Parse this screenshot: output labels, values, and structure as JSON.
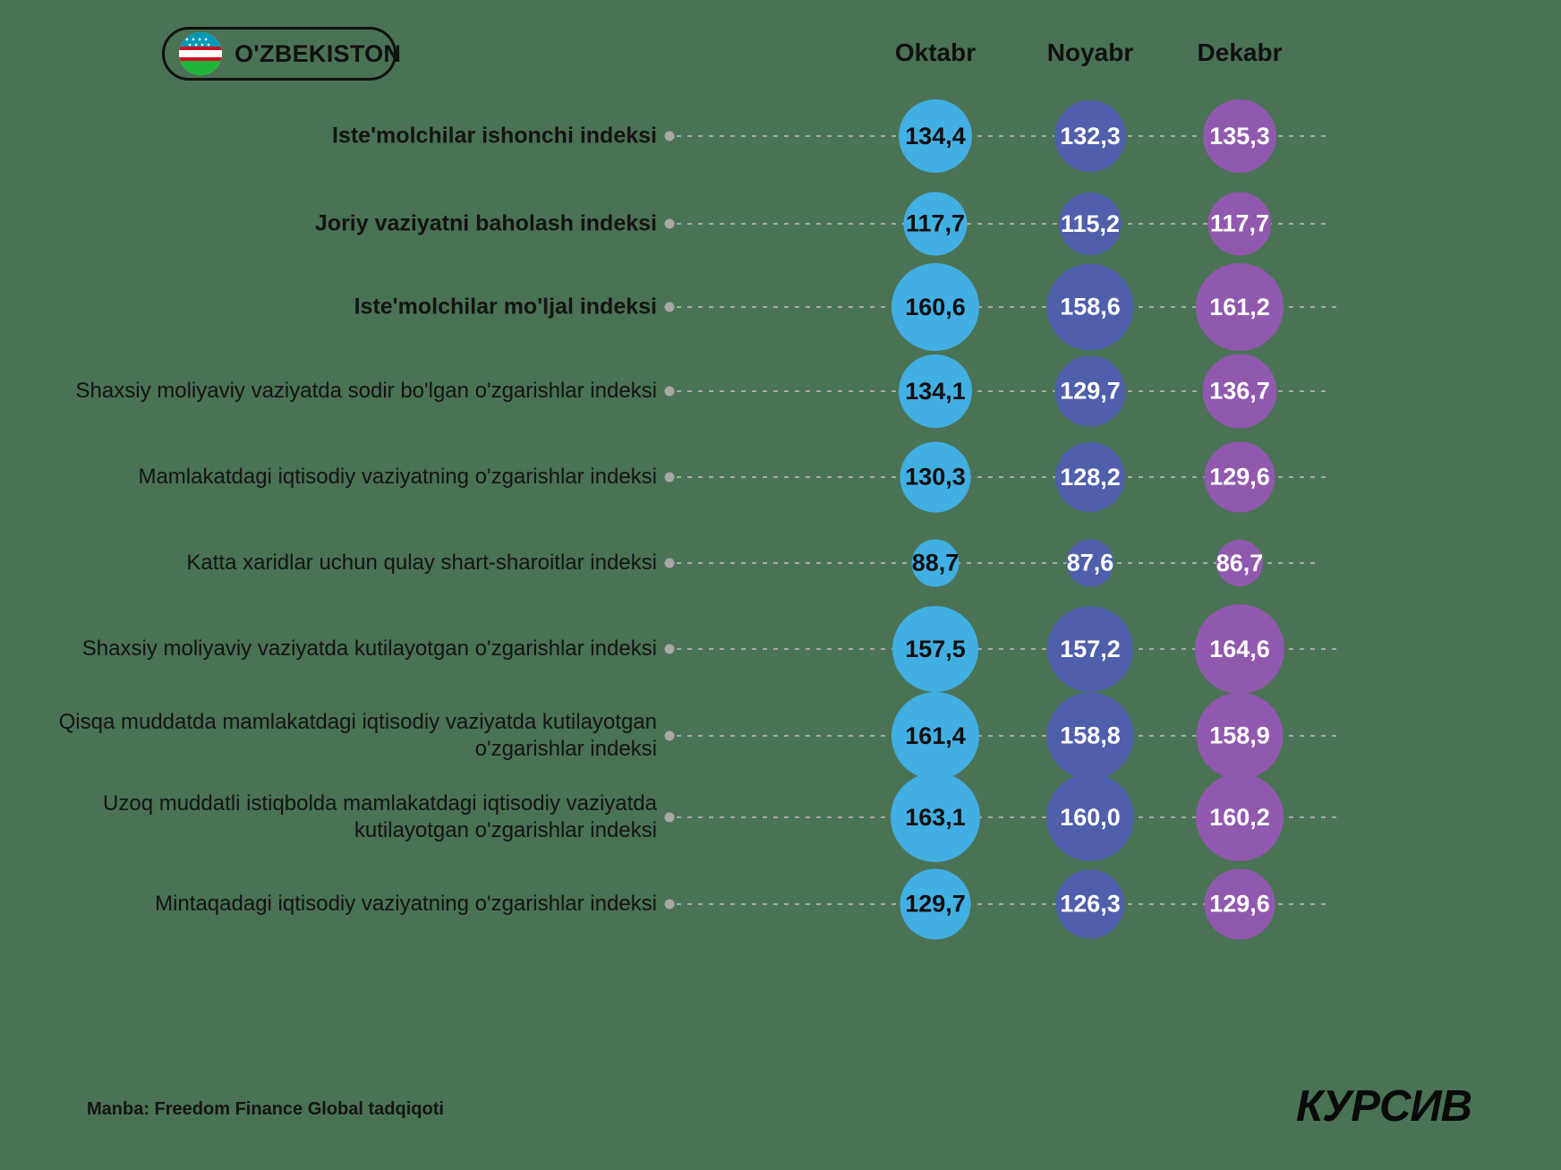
{
  "background_color": "#4A7254",
  "header": {
    "country_badge": {
      "label": "O'ZBEKISTON",
      "flag_icon": "uzbekistan-flag-icon"
    },
    "columns": [
      {
        "label": "Oktabr",
        "color": "#42AFE3",
        "text_color": "#101010"
      },
      {
        "label": "Noyabr",
        "color": "#4F5FAB",
        "text_color": "#ffffff"
      },
      {
        "label": "Dekabr",
        "color": "#9159AE",
        "text_color": "#ffffff"
      }
    ]
  },
  "chart_data": {
    "type": "table",
    "title": "O'ZBEKISTON",
    "categories": [
      "Iste'molchilar ishonchi indeksi",
      "Joriy vaziyatni baholash indeksi",
      "Iste'molchilar mo'ljal indeksi",
      "Shaxsiy moliyaviy vaziyatda sodir bo'lgan o'zgarishlar indeksi",
      "Mamlakatdagi iqtisodiy vaziyatning o'zgarishlar indeksi",
      "Katta xaridlar uchun qulay shart-sharoitlar indeksi",
      "Shaxsiy moliyaviy vaziyatda kutilayotgan o'zgarishlar indeksi",
      "Qisqa muddatda mamlakatdagi iqtisodiy vaziyatda kutilayotgan o'zgarishlar indeksi",
      "Uzoq muddatli istiqbolda mamlakatdagi iqtisodiy vaziyatda kutilayotgan o'zgarishlar indeksi",
      "Mintaqadagi iqtisodiy vaziyatning o'zgarishlar indeksi"
    ],
    "series": [
      {
        "name": "Oktabr",
        "color": "#42AFE3",
        "values": [
          134.4,
          117.7,
          160.6,
          134.1,
          130.3,
          88.7,
          157.5,
          161.4,
          163.1,
          129.7
        ],
        "labels": [
          "134,4",
          "117,7",
          "160,6",
          "134,1",
          "130,3",
          "88,7",
          "157,5",
          "161,4",
          "163,1",
          "129,7"
        ]
      },
      {
        "name": "Noyabr",
        "color": "#4F5FAB",
        "values": [
          132.3,
          115.2,
          158.6,
          129.7,
          128.2,
          87.6,
          157.2,
          158.8,
          160.0,
          126.3
        ],
        "labels": [
          "132,3",
          "115,2",
          "158,6",
          "129,7",
          "128,2",
          "87,6",
          "157,2",
          "158,8",
          "160,0",
          "126,3"
        ]
      },
      {
        "name": "Dekabr",
        "color": "#9159AE",
        "values": [
          135.3,
          117.7,
          161.2,
          136.7,
          129.6,
          86.7,
          164.6,
          158.9,
          160.2,
          129.6
        ],
        "labels": [
          "135,3",
          "117,7",
          "161,2",
          "136,7",
          "129,6",
          "86,7",
          "164,6",
          "158,9",
          "160,2",
          "129,6"
        ]
      }
    ],
    "legend_position": "top",
    "grid": false,
    "xlabel": "",
    "ylabel": ""
  },
  "rows": [
    {
      "label": "Iste'molchilar ishonchi indeksi",
      "bold": true,
      "cells": [
        {
          "value": "134,4"
        },
        {
          "value": "132,3"
        },
        {
          "value": "135,3"
        }
      ]
    },
    {
      "label": "Joriy vaziyatni baholash indeksi",
      "bold": true,
      "cells": [
        {
          "value": "117,7"
        },
        {
          "value": "115,2"
        },
        {
          "value": "117,7"
        }
      ]
    },
    {
      "label": "Iste'molchilar mo'ljal indeksi",
      "bold": true,
      "cells": [
        {
          "value": "160,6"
        },
        {
          "value": "158,6"
        },
        {
          "value": "161,2"
        }
      ]
    },
    {
      "label": "Shaxsiy moliyaviy vaziyatda sodir bo'lgan o'zgarishlar indeksi",
      "bold": false,
      "cells": [
        {
          "value": "134,1"
        },
        {
          "value": "129,7"
        },
        {
          "value": "136,7"
        }
      ]
    },
    {
      "label": "Mamlakatdagi iqtisodiy vaziyatning o'zgarishlar indeksi",
      "bold": false,
      "cells": [
        {
          "value": "130,3"
        },
        {
          "value": "128,2"
        },
        {
          "value": "129,6"
        }
      ]
    },
    {
      "label": "Katta xaridlar uchun qulay shart-sharoitlar indeksi",
      "bold": false,
      "cells": [
        {
          "value": "88,7"
        },
        {
          "value": "87,6"
        },
        {
          "value": "86,7"
        }
      ]
    },
    {
      "label": "Shaxsiy moliyaviy vaziyatda kutilayotgan o'zgarishlar indeksi",
      "bold": false,
      "cells": [
        {
          "value": "157,5"
        },
        {
          "value": "157,2"
        },
        {
          "value": "164,6"
        }
      ]
    },
    {
      "label": "Qisqa muddatda mamlakatdagi iqtisodiy vaziyatda kutilayotgan\no'zgarishlar indeksi",
      "bold": false,
      "cells": [
        {
          "value": "161,4"
        },
        {
          "value": "158,8"
        },
        {
          "value": "158,9"
        }
      ]
    },
    {
      "label": "Uzoq muddatli istiqbolda mamlakatdagi iqtisodiy vaziyatda\nkutilayotgan o'zgarishlar indeksi",
      "bold": false,
      "cells": [
        {
          "value": "163,1"
        },
        {
          "value": "160,0"
        },
        {
          "value": "160,2"
        }
      ]
    },
    {
      "label": "Mintaqadagi iqtisodiy vaziyatning o'zgarishlar indeksi",
      "bold": false,
      "cells": [
        {
          "value": "129,7"
        },
        {
          "value": "126,3"
        },
        {
          "value": "129,6"
        }
      ]
    }
  ],
  "footer": {
    "source": "Manba: Freedom Finance Global tadqiqoti",
    "logo": "КУРСИВ"
  }
}
